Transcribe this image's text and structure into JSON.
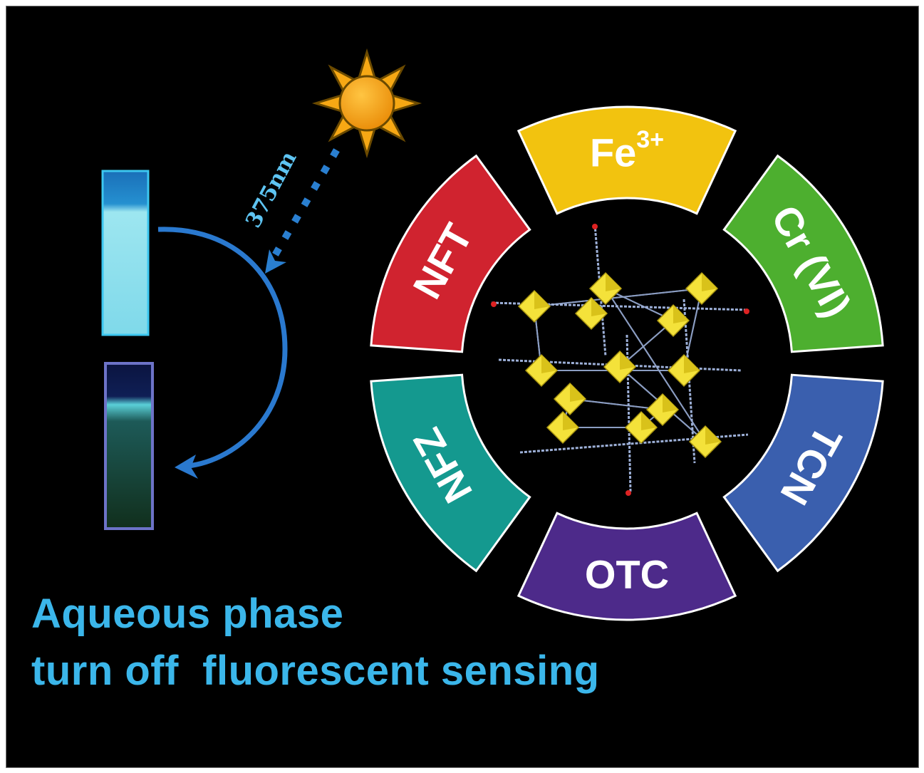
{
  "excitation": {
    "wavelength_label": "375nm"
  },
  "ring": {
    "segments": [
      {
        "label": "Fe",
        "superscript": "3+",
        "color": "#f2c30f"
      },
      {
        "label": "Cr (VI)",
        "superscript": "",
        "color": "#4daf2f"
      },
      {
        "label": "TCN",
        "superscript": "",
        "color": "#3a5fae"
      },
      {
        "label": "OTC",
        "superscript": "",
        "color": "#4d2a8a"
      },
      {
        "label": "NFZ",
        "superscript": "",
        "color": "#14998f"
      },
      {
        "label": "NFT",
        "superscript": "",
        "color": "#d0232f"
      }
    ]
  },
  "caption": {
    "line1": "Aqueous phase",
    "line2": "turn off  fluorescent sensing"
  }
}
